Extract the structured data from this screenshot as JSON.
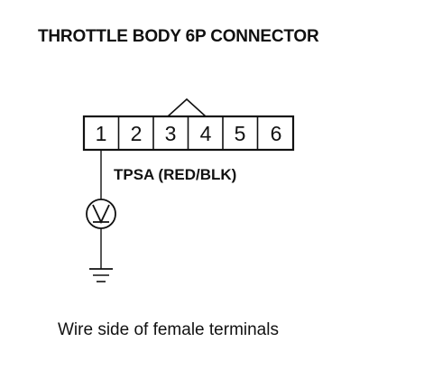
{
  "title": "THROTTLE BODY 6P CONNECTOR",
  "connector": {
    "pins": [
      "1",
      "2",
      "3",
      "4",
      "5",
      "6"
    ]
  },
  "wire_label": "TPSA (RED/BLK)",
  "caption": "Wire side of female terminals",
  "icons": {
    "meter": "voltmeter-icon",
    "ground": "ground-icon",
    "key": "connector-lock-tab-icon"
  }
}
